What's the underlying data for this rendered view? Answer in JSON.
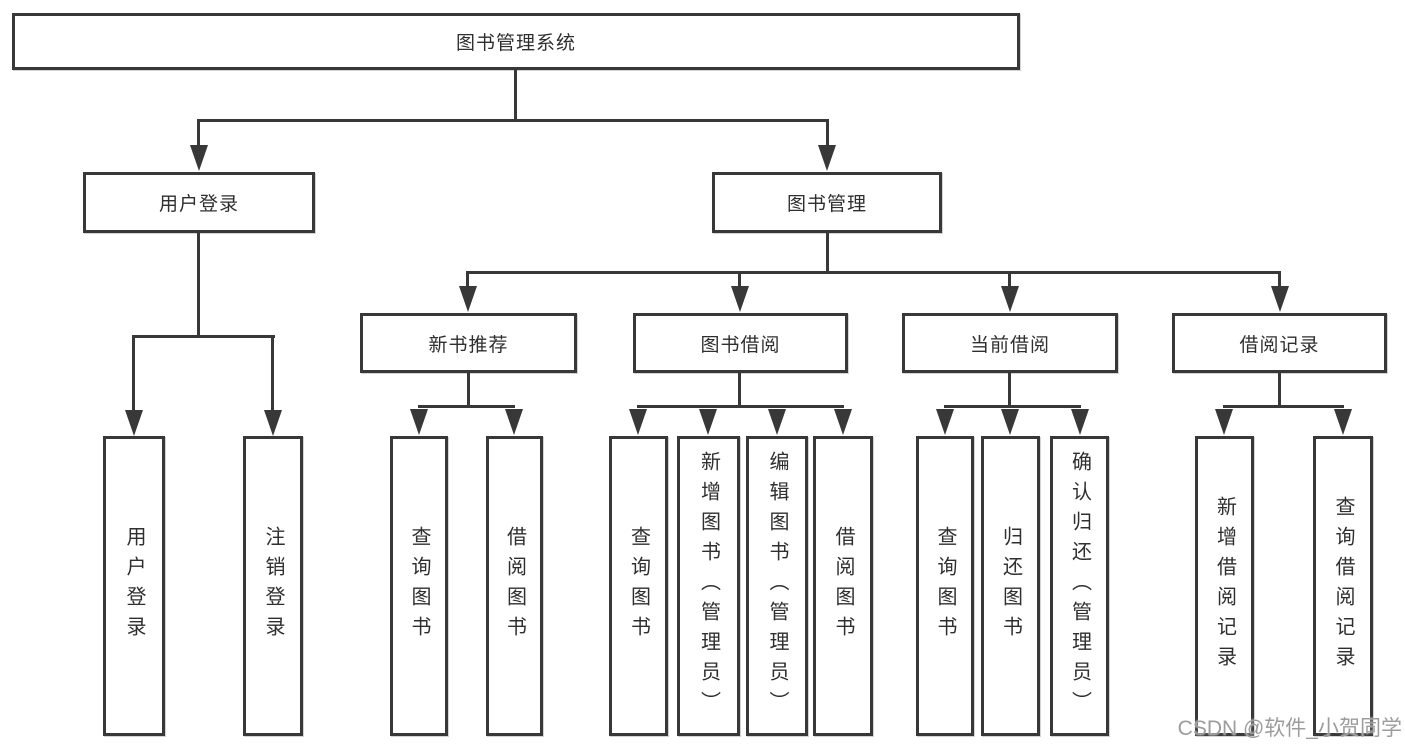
{
  "diagram": {
    "type": "hierarchy-tree",
    "colors": {
      "line": "#383838",
      "text": "#2f2f2f",
      "watermark": "#9c9c9c",
      "background": "#ffffff"
    },
    "nodes": {
      "root": {
        "label": "图书管理系统"
      },
      "level2": {
        "user_login": {
          "label": "用户登录"
        },
        "book_mgmt": {
          "label": "图书管理"
        }
      },
      "level3": {
        "new_book_rec": {
          "label": "新书推荐"
        },
        "book_borrow": {
          "label": "图书借阅"
        },
        "current_borrow": {
          "label": "当前借阅"
        },
        "borrow_records": {
          "label": "借阅记录"
        }
      },
      "leaves": {
        "under_user_login": {
          "user_login": {
            "label": "用户登录"
          },
          "logout": {
            "label": "注销登录"
          }
        },
        "under_new_book_rec": {
          "query_books": {
            "label": "查询图书"
          },
          "borrow_books": {
            "label": "借阅图书"
          }
        },
        "under_book_borrow": {
          "query_books": {
            "label": "查询图书"
          },
          "add_books_admin": {
            "label": "新增图书（管理员）"
          },
          "edit_books_admin": {
            "label": "编辑图书（管理员）"
          },
          "borrow_books": {
            "label": "借阅图书"
          }
        },
        "under_current_borrow": {
          "query_books": {
            "label": "查询图书"
          },
          "return_books": {
            "label": "归还图书"
          },
          "confirm_return_admin": {
            "label": "确认归还（管理员）"
          }
        },
        "under_borrow_records": {
          "add_borrow_record": {
            "label": "新增借阅记录"
          },
          "query_borrow_record": {
            "label": "查询借阅记录"
          }
        }
      }
    }
  },
  "watermark": {
    "text": "CSDN @软件_小贺同学"
  }
}
